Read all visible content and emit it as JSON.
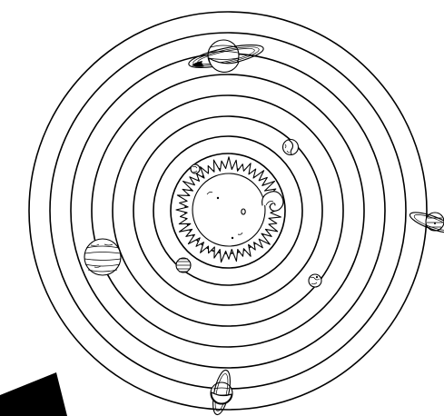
{
  "scene": {
    "subject": "solar-system-line-drawing",
    "style": "black-and-white-coloring-outline",
    "background": "#ffffff",
    "ink": "#000000",
    "orbit_count": 9,
    "sun": "sun-icon",
    "planets": [
      {
        "name": "planet-small-near-sun",
        "icon": "small-planet-icon"
      },
      {
        "name": "planet-banded-left",
        "icon": "banded-planet-icon"
      },
      {
        "name": "planet-striped-lower",
        "icon": "striped-planet-icon"
      },
      {
        "name": "planet-crescent-upper-right",
        "icon": "crescent-planet-icon"
      },
      {
        "name": "planet-lower-right",
        "icon": "rocky-planet-icon"
      },
      {
        "name": "planet-ringed-top",
        "icon": "ringed-planet-icon"
      },
      {
        "name": "planet-ringed-right-edge",
        "icon": "ringed-planet-icon"
      },
      {
        "name": "planet-ringed-bottom",
        "icon": "ringed-planet-icon"
      }
    ]
  }
}
